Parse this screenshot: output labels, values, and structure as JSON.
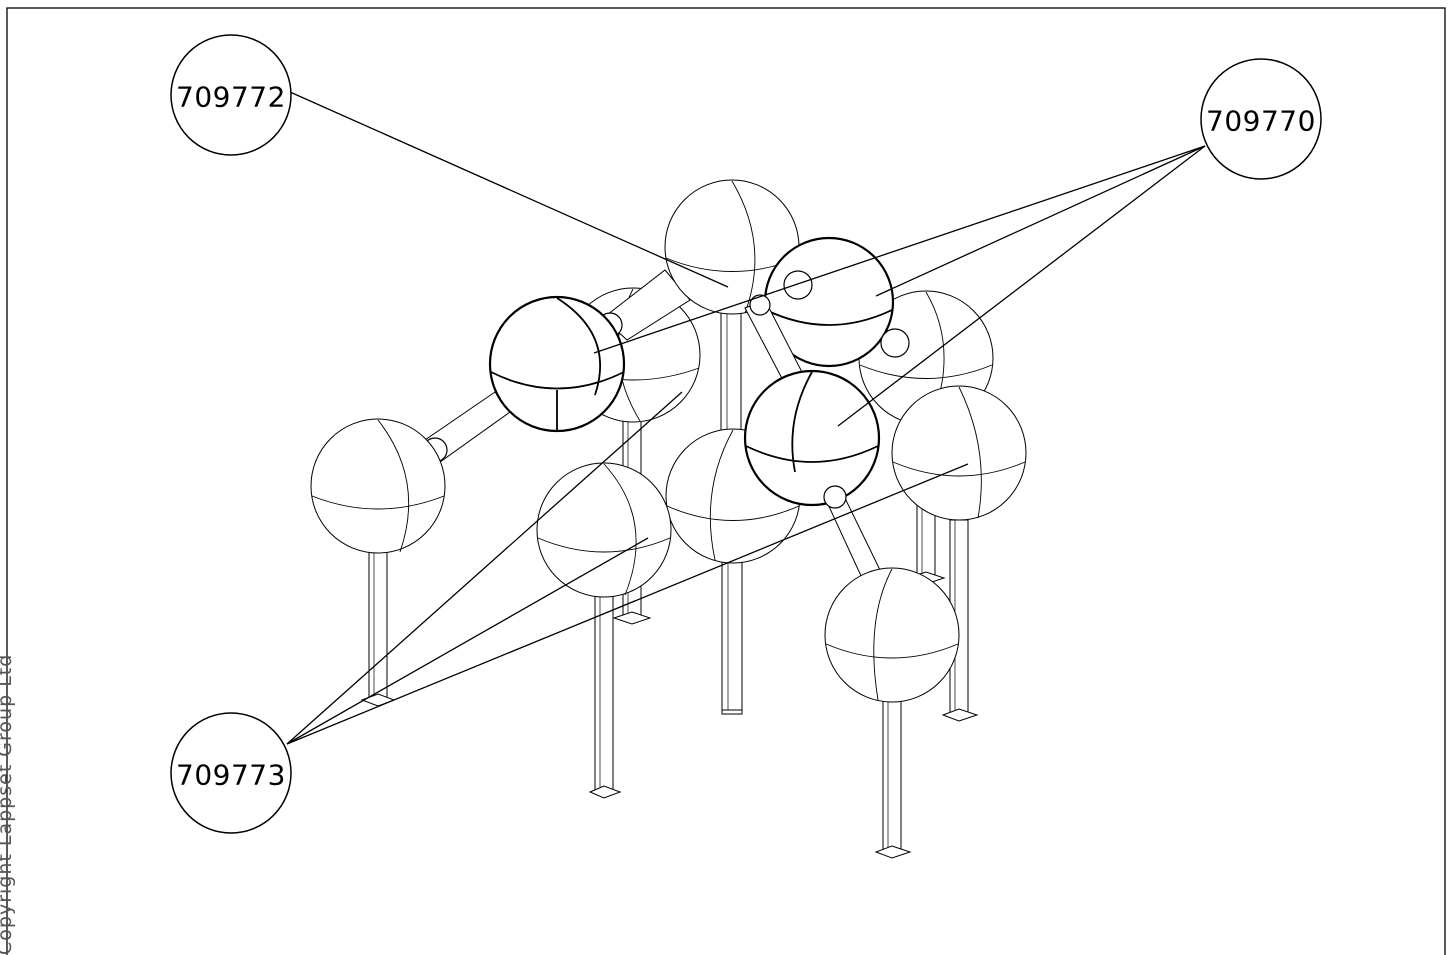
{
  "callouts": [
    {
      "id": "709772"
    },
    {
      "id": "709770"
    },
    {
      "id": "709773"
    }
  ],
  "copyright": "Copyright  Lappset  Group  Ltd"
}
